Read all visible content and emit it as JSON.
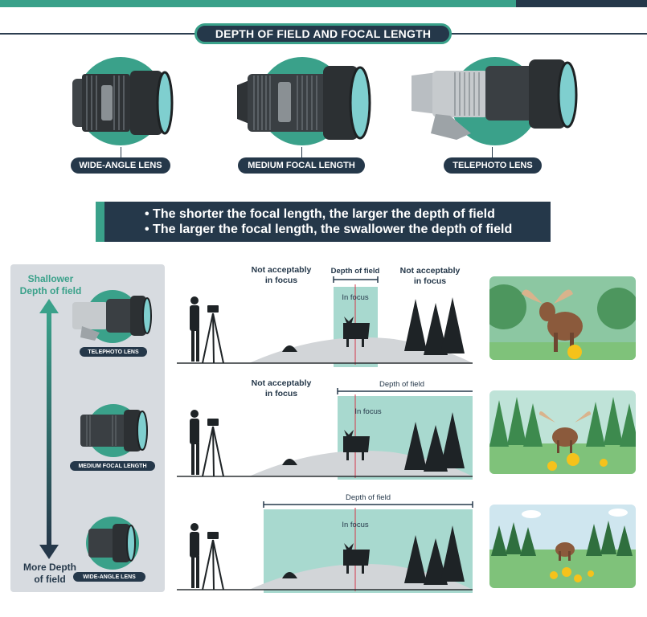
{
  "title": "DEPTH OF FIELD AND FOCAL LENGTH",
  "lenses": [
    {
      "label": "WIDE-ANGLE LENS",
      "icon": "wide-angle-lens-icon"
    },
    {
      "label": "MEDIUM FOCAL LENGTH",
      "icon": "medium-lens-icon"
    },
    {
      "label": "TELEPHOTO LENS",
      "icon": "telephoto-lens-icon"
    }
  ],
  "bullets": [
    "• The shorter the focal length, the larger the depth of field",
    "• The larger the focal length, the swallower the depth of field"
  ],
  "side": {
    "top_label": "Shallower\nDepth of field",
    "bottom_label": "More Depth\nof field",
    "lenses": [
      "TELEPHOTO LENS",
      "MEDIUM FOCAL LENGTH",
      "WIDE-ANGLE LENS"
    ]
  },
  "scenes": [
    {
      "not_focus_left": "Not acceptably\nin focus",
      "dof": "Depth of field",
      "in_focus": "In focus",
      "not_focus_right": "Not acceptably\nin focus"
    },
    {
      "not_focus_left": "Not acceptably\nin focus",
      "dof": "Depth of field",
      "in_focus": "In focus"
    },
    {
      "dof": "Depth of field",
      "in_focus": "In focus"
    }
  ],
  "colors": {
    "teal": "#3aa18a",
    "navy": "#25384a",
    "focus_zone": "#a8d9cf",
    "panel": "#d7dbe0"
  }
}
